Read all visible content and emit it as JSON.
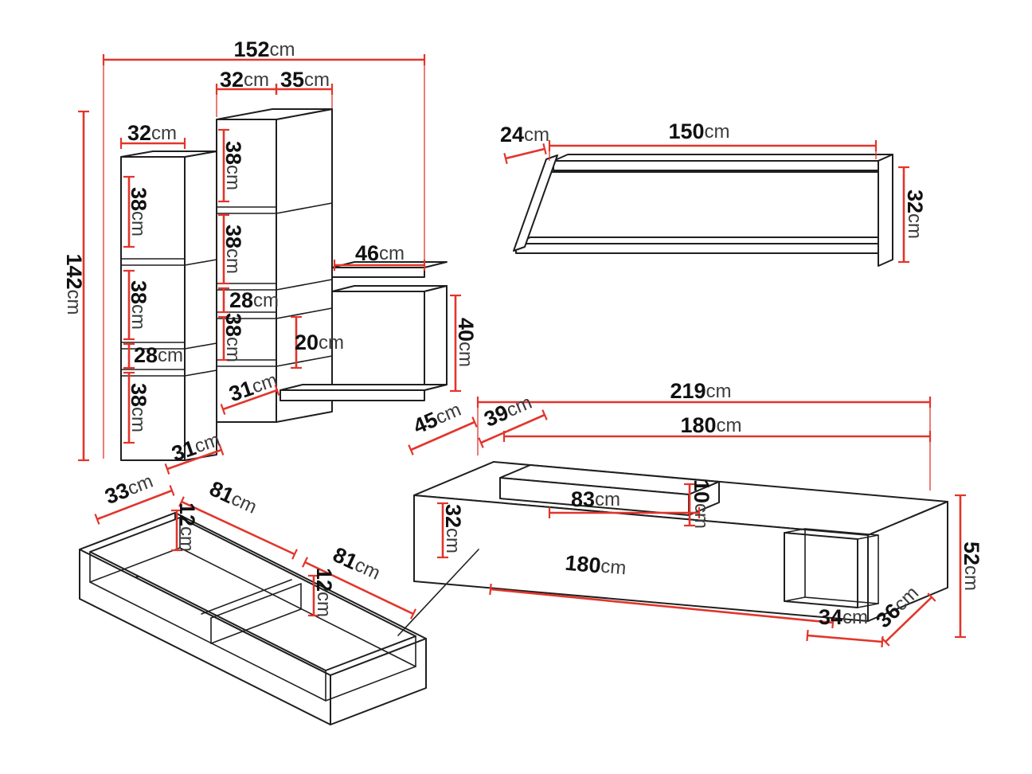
{
  "unit": "cm",
  "shelving_unit": {
    "total_width": "152",
    "height": "142",
    "column_front_width": "32",
    "column_side_depth": "35",
    "left_column_width": "32",
    "left_sections": {
      "s1": "38",
      "s2": "38",
      "s3": "28",
      "s4": "38",
      "base_depth": "31"
    },
    "column_sections": {
      "s1": "38",
      "s2": "38",
      "s3": "28",
      "s4": "38",
      "base_depth": "31"
    },
    "side_shelf_width": "46",
    "side_shelf_gap": "20",
    "side_panel_height": "40"
  },
  "wall_shelf": {
    "depth": "24",
    "width": "150",
    "height": "32"
  },
  "drawers": {
    "depth": "33",
    "drawer1_width": "81",
    "drawer1_height": "12",
    "drawer2_width": "81",
    "drawer2_height": "12"
  },
  "tv_stand": {
    "total_width": "219",
    "top_width": "180",
    "depth": "45",
    "top_depth": "39",
    "front_height": "32",
    "top_shelf_width": "83",
    "top_shelf_height": "10",
    "front_width": "180",
    "niche_width": "34",
    "niche_depth": "36",
    "height": "52"
  }
}
